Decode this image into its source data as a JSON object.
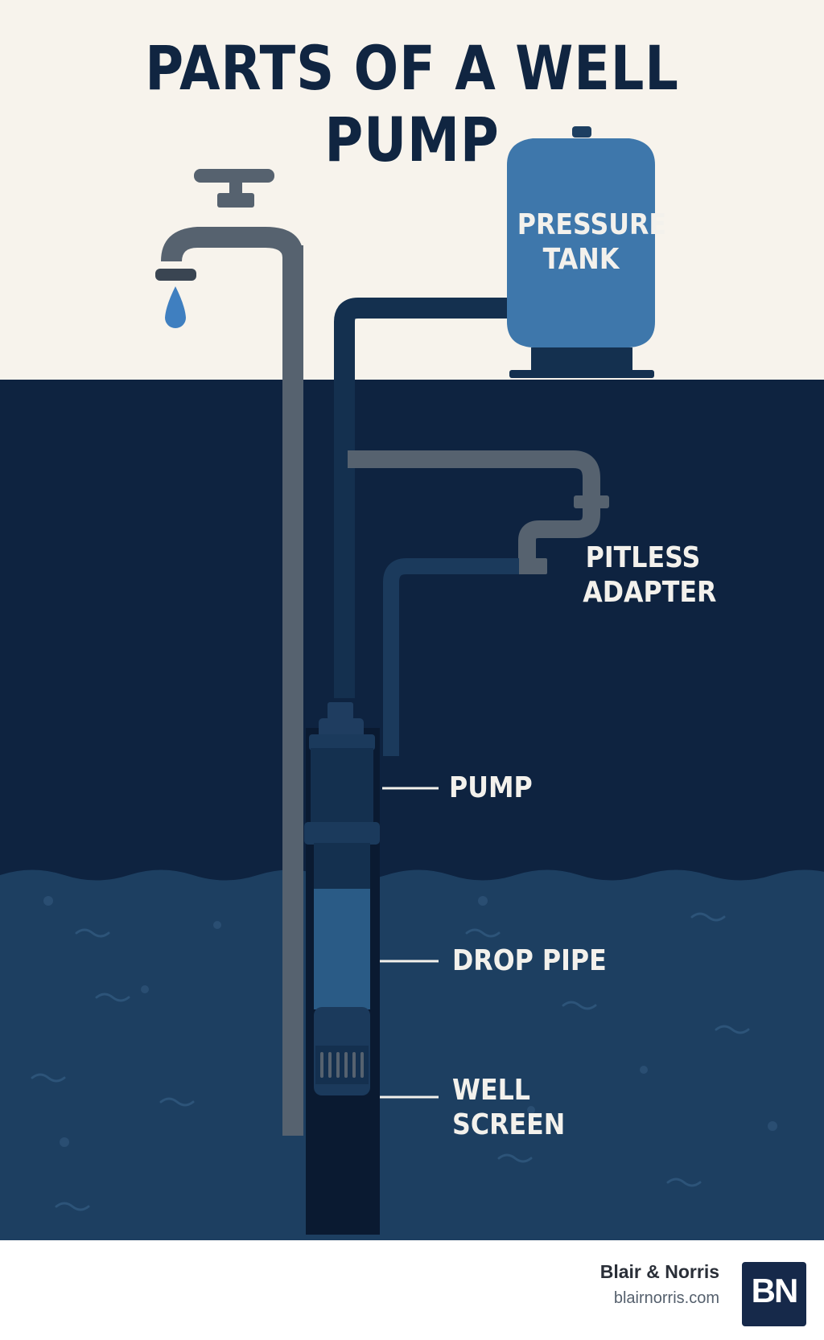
{
  "title": "PARTS OF A WELL PUMP",
  "labels": {
    "pressure_tank": "PRESSURE\nTANK",
    "pitless_adapter": "PITLESS\nADAPTER",
    "pump": "PUMP",
    "drop_pipe": "DROP PIPE",
    "well_screen": "WELL\nSCREEN"
  },
  "brand": {
    "name": "Blair & Norris",
    "url": "blairnorris.com",
    "logo_text": "BN"
  },
  "colors": {
    "sky": "#f7f3ec",
    "soil": "#0e2340",
    "water": "#1d3f61",
    "title": "#102541",
    "tank": "#3e77ab",
    "pipe_gray": "#56626f",
    "pipe_dark": "#14304f",
    "droplet": "#3f7fc0"
  },
  "icons": [
    "faucet-icon",
    "water-droplet-icon",
    "pressure-tank-icon",
    "submersible-pump-icon",
    "brand-logo-icon"
  ]
}
